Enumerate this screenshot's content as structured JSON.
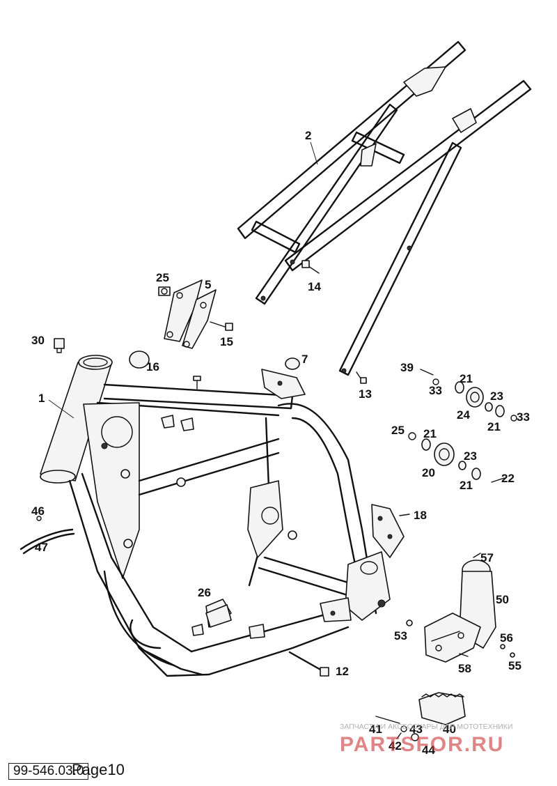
{
  "diagram": {
    "callouts": [
      {
        "id": "c2",
        "label": "2"
      },
      {
        "id": "c25a",
        "label": "25"
      },
      {
        "id": "c5",
        "label": "5"
      },
      {
        "id": "c14",
        "label": "14"
      },
      {
        "id": "c15",
        "label": "15"
      },
      {
        "id": "c30",
        "label": "30"
      },
      {
        "id": "c16",
        "label": "16"
      },
      {
        "id": "c7",
        "label": "7"
      },
      {
        "id": "c1",
        "label": "1"
      },
      {
        "id": "c39",
        "label": "39"
      },
      {
        "id": "c21a",
        "label": "21"
      },
      {
        "id": "c13",
        "label": "13"
      },
      {
        "id": "c33a",
        "label": "33"
      },
      {
        "id": "c23a",
        "label": "23"
      },
      {
        "id": "c24",
        "label": "24"
      },
      {
        "id": "c21b",
        "label": "21"
      },
      {
        "id": "c33b",
        "label": "33"
      },
      {
        "id": "c25b",
        "label": "25"
      },
      {
        "id": "c21c",
        "label": "21"
      },
      {
        "id": "c23b",
        "label": "23"
      },
      {
        "id": "c20",
        "label": "20"
      },
      {
        "id": "c21d",
        "label": "21"
      },
      {
        "id": "c22",
        "label": "22"
      },
      {
        "id": "c46",
        "label": "46"
      },
      {
        "id": "c18",
        "label": "18"
      },
      {
        "id": "c47",
        "label": "47"
      },
      {
        "id": "c57",
        "label": "57"
      },
      {
        "id": "c26",
        "label": "26"
      },
      {
        "id": "c50",
        "label": "50"
      },
      {
        "id": "c53",
        "label": "53"
      },
      {
        "id": "c56",
        "label": "56"
      },
      {
        "id": "c58",
        "label": "58"
      },
      {
        "id": "c55",
        "label": "55"
      },
      {
        "id": "c12",
        "label": "12"
      },
      {
        "id": "c41",
        "label": "41"
      },
      {
        "id": "c43",
        "label": "43"
      },
      {
        "id": "c40",
        "label": "40"
      },
      {
        "id": "c42",
        "label": "42"
      },
      {
        "id": "c44",
        "label": "44"
      }
    ]
  },
  "watermark": {
    "line1": "ЗАПЧАСТИ И АКСЕССУАРЫ ДЛЯ МОТОТЕХНИКИ",
    "line2": "PARTSFOR.RU"
  },
  "footer": {
    "code": "99-546.03.0",
    "page": "Page10"
  },
  "colors": {
    "ink": "#111111",
    "watermark": "#cc3333"
  }
}
